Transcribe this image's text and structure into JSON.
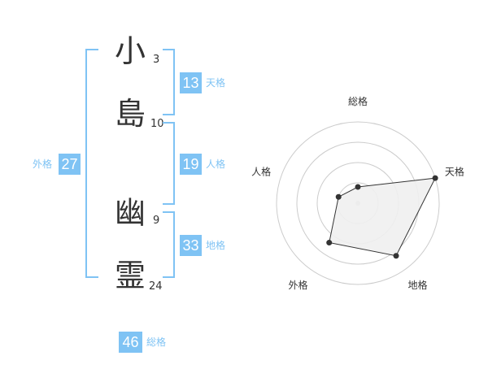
{
  "name_chars": [
    {
      "char": "小",
      "strokes": "3"
    },
    {
      "char": "島",
      "strokes": "10"
    },
    {
      "char": "幽",
      "strokes": "9"
    },
    {
      "char": "霊",
      "strokes": "24"
    }
  ],
  "fortunes": {
    "tenkaku": {
      "value": "13",
      "label": "天格"
    },
    "jinkaku": {
      "value": "19",
      "label": "人格"
    },
    "chikaku": {
      "value": "33",
      "label": "地格"
    },
    "gaikaku": {
      "value": "27",
      "label": "外格"
    },
    "soukaku": {
      "value": "46",
      "label": "総格"
    }
  },
  "chart_data": {
    "type": "radar",
    "axes": [
      "総格",
      "天格",
      "地格",
      "外格",
      "人格"
    ],
    "values": [
      0.2,
      1.0,
      0.8,
      0.6,
      0.25
    ],
    "max": 1,
    "rings": 4,
    "colors": {
      "fill": "#f0f0f0",
      "stroke": "#333333",
      "ring": "#cccccc",
      "point": "#333333"
    }
  }
}
